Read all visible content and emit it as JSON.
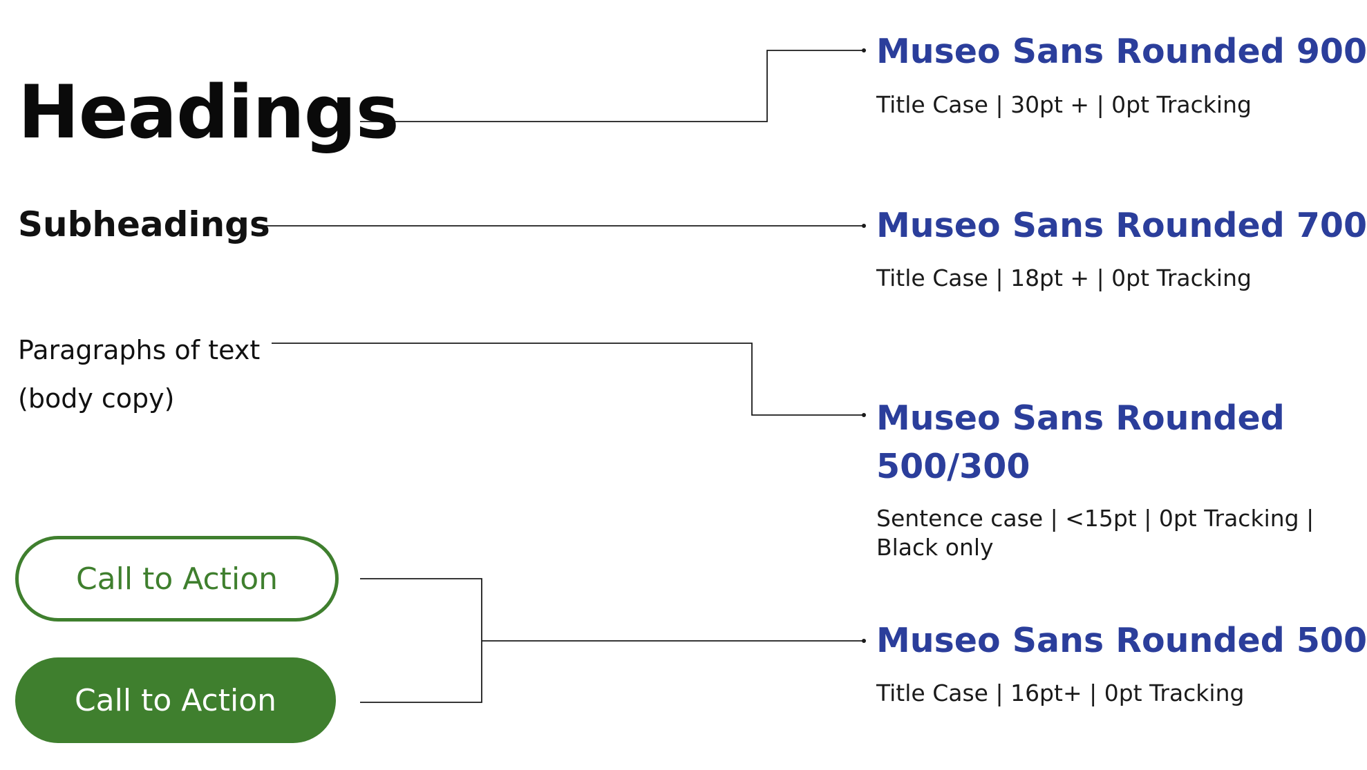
{
  "colors": {
    "accent_blue": "#2b3e9b",
    "cta_green": "#3f7f2e",
    "text": "#111111",
    "background": "#ffffff"
  },
  "samples": {
    "heading": "Headings",
    "subheading": "Subheadings",
    "body_line1": "Paragraphs of text",
    "body_line2": "(body copy)",
    "cta_outline": "Call to Action",
    "cta_filled": "Call to Action"
  },
  "specs": {
    "heading": {
      "title": "Museo Sans Rounded 900",
      "desc": "Title Case | 30pt + | 0pt Tracking"
    },
    "subheading": {
      "title": "Museo Sans Rounded 700",
      "desc": "Title Case | 18pt + | 0pt Tracking"
    },
    "body": {
      "title_line1": "Museo Sans Rounded",
      "title_line2": "500/300",
      "desc_line1": "Sentence case | <15pt | 0pt Tracking |",
      "desc_line2": "Black only"
    },
    "cta": {
      "title": "Museo Sans Rounded 500",
      "desc": "Title Case | 16pt+ | 0pt Tracking"
    }
  }
}
